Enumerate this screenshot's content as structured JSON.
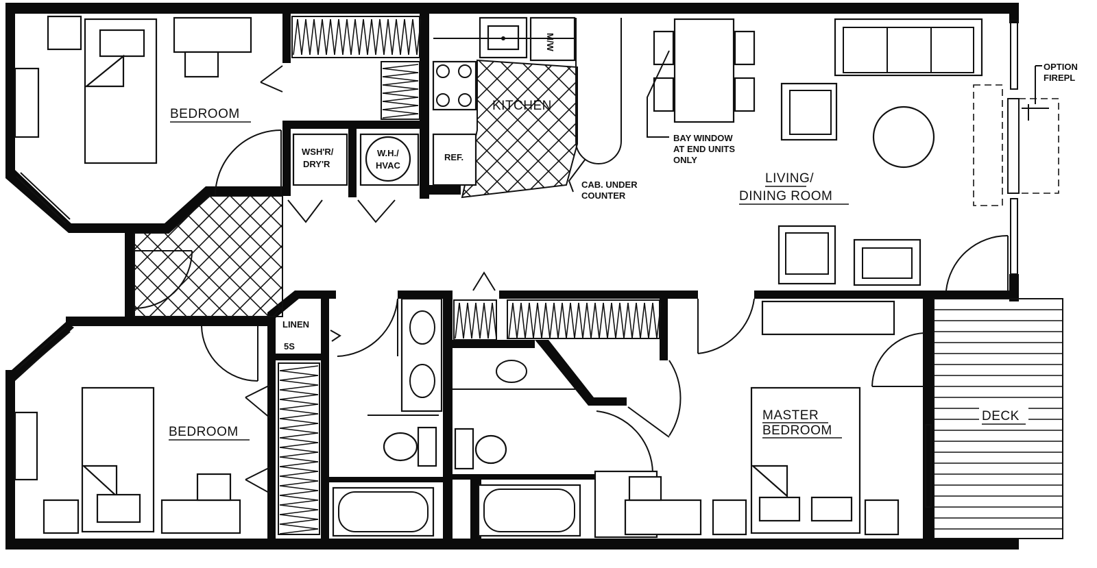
{
  "rooms": {
    "bedroom_top": "BEDROOM",
    "bedroom_bottom": "BEDROOM",
    "kitchen": "KITCHEN",
    "living_line1": "LIVING/",
    "living_line2": "DINING ROOM",
    "master_line1": "MASTER",
    "master_line2": "BEDROOM",
    "deck": "DECK"
  },
  "fixtures": {
    "washer_line1": "WSH'R/",
    "washer_line2": "DRY'R",
    "wh_line1": "W.H./",
    "wh_line2": "HVAC",
    "ref": "REF.",
    "mw": "M/W",
    "linen_line1": "LINEN",
    "linen_line2": "5S"
  },
  "notes": {
    "bay_line1": "BAY WINDOW",
    "bay_line2": "AT END UNITS",
    "bay_line3": "ONLY",
    "cab_line1": "CAB. UNDER",
    "cab_line2": "COUNTER",
    "fireplace_line1": "OPTION",
    "fireplace_line2": "FIREPL"
  }
}
